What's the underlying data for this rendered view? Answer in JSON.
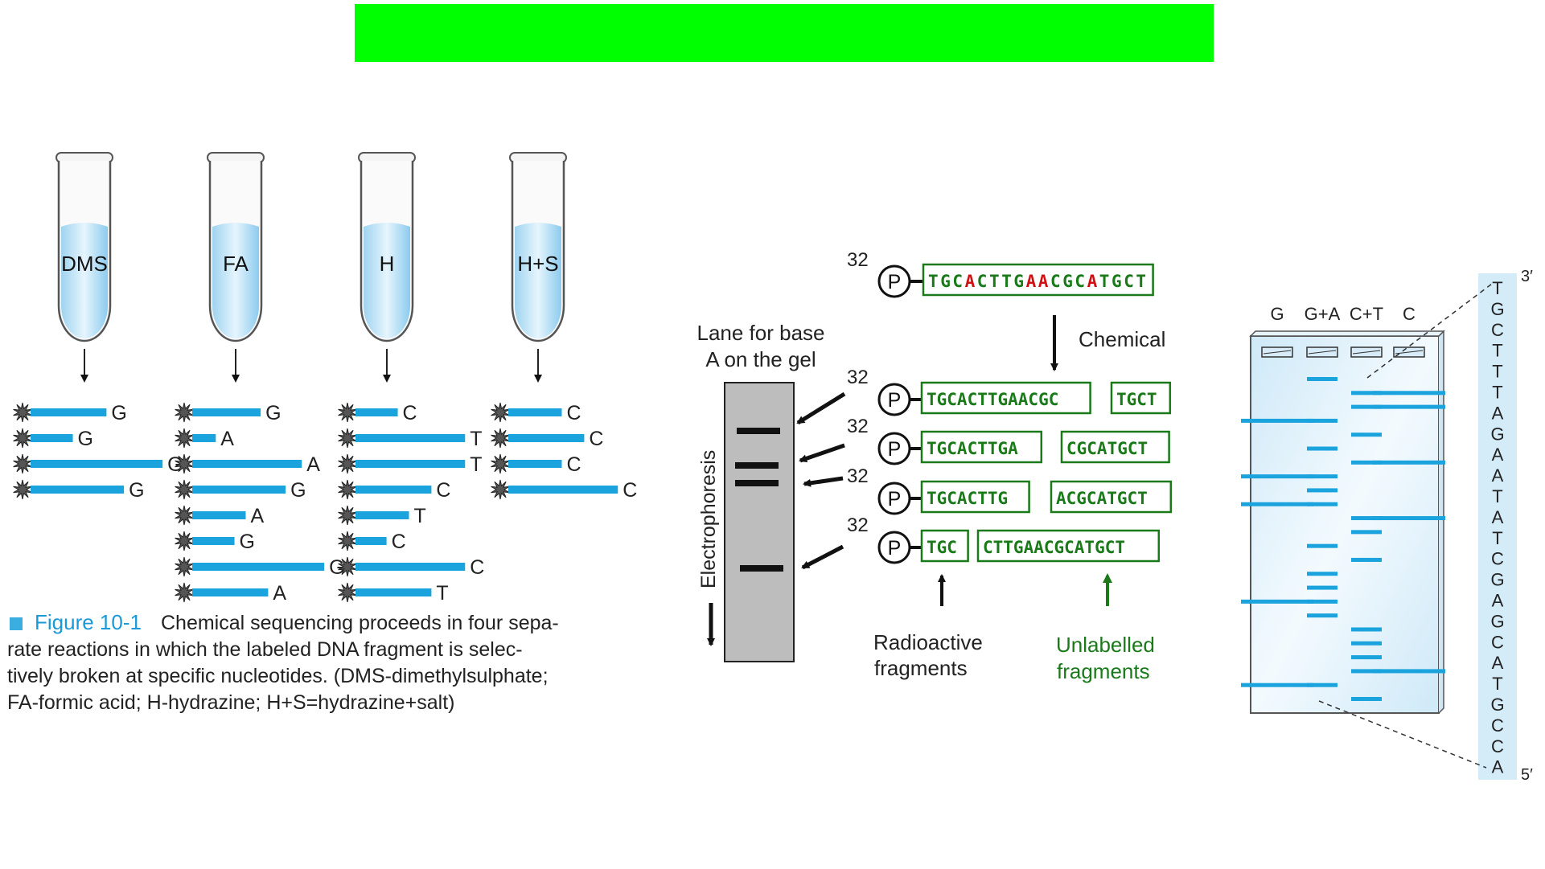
{
  "tubes": [
    {
      "label": "DMS",
      "fragments": [
        {
          "len": 0.48,
          "base": "G"
        },
        {
          "len": 0.21,
          "base": "G"
        },
        {
          "len": 0.93,
          "base": "G"
        },
        {
          "len": 0.62,
          "base": "G"
        }
      ]
    },
    {
      "label": "FA",
      "fragments": [
        {
          "len": 0.42,
          "base": "G"
        },
        {
          "len": 0.06,
          "base": "A"
        },
        {
          "len": 0.75,
          "base": "A"
        },
        {
          "len": 0.62,
          "base": "G"
        },
        {
          "len": 0.3,
          "base": "A"
        },
        {
          "len": 0.21,
          "base": "G"
        },
        {
          "len": 0.93,
          "base": "G"
        },
        {
          "len": 0.48,
          "base": "A"
        }
      ]
    },
    {
      "label": "H",
      "fragments": [
        {
          "len": 0.21,
          "base": "C"
        },
        {
          "len": 0.75,
          "base": "T"
        },
        {
          "len": 0.75,
          "base": "T"
        },
        {
          "len": 0.48,
          "base": "C"
        },
        {
          "len": 0.3,
          "base": "T"
        },
        {
          "len": 0.12,
          "base": "C"
        },
        {
          "len": 0.75,
          "base": "C"
        },
        {
          "len": 0.48,
          "base": "T"
        }
      ]
    },
    {
      "label": "H+S",
      "fragments": [
        {
          "len": 0.3,
          "base": "C"
        },
        {
          "len": 0.48,
          "base": "C"
        },
        {
          "len": 0.3,
          "base": "C"
        },
        {
          "len": 0.75,
          "base": "C"
        }
      ]
    }
  ],
  "caption": {
    "label": "Figure 10-1",
    "lines": [
      "Chemical sequencing proceeds in four sepa-",
      "rate reactions in which the labeled DNA fragment is selec-",
      "tively broken at specific nucleotides. (DMS-dimethylsulphate;",
      "FA-formic acid; H-hydrazine; H+S=hydrazine+salt)"
    ]
  },
  "middle": {
    "lane_label_line1": "Lane for base",
    "lane_label_line2": "A on the gel",
    "electrophoresis": "Electrophoresis",
    "chemical": "Chemical",
    "isotope": "32",
    "phosphate": "P",
    "full_sequence": [
      "T",
      "G",
      "C",
      "A",
      "C",
      "T",
      "T",
      "G",
      "A",
      "A",
      "C",
      "G",
      "C",
      "A",
      "T",
      "G",
      "C",
      "T"
    ],
    "red_positions": [
      3,
      8,
      9,
      13
    ],
    "fragment_rows": [
      {
        "labeled": "TGCACTTGAACGC",
        "unlabeled": "TGCT"
      },
      {
        "labeled": "TGCACTTGA",
        "unlabeled": "CGCATGCT"
      },
      {
        "labeled": "TGCACTTG",
        "unlabeled": "ACGCATGCT"
      },
      {
        "labeled": "TGC",
        "unlabeled": "CTTGAACGCATGCT"
      }
    ],
    "radioactive_line1": "Radioactive",
    "radioactive_line2": "fragments",
    "unlabelled_line1": "Unlabelled",
    "unlabelled_line2": "fragments",
    "colors": {
      "green": "#1a7a1a",
      "red": "#d01010"
    }
  },
  "gel": {
    "lanes": [
      "G",
      "G+A",
      "C+T",
      "C"
    ],
    "sequence": [
      "T",
      "G",
      "C",
      "T",
      "T",
      "T",
      "A",
      "G",
      "A",
      "A",
      "T",
      "A",
      "T",
      "C",
      "G",
      "A",
      "G",
      "C",
      "A",
      "T",
      "G",
      "C",
      "C",
      "A"
    ],
    "end_top": "3′",
    "end_bottom": "5′",
    "band_color": "#1aa3dc"
  }
}
